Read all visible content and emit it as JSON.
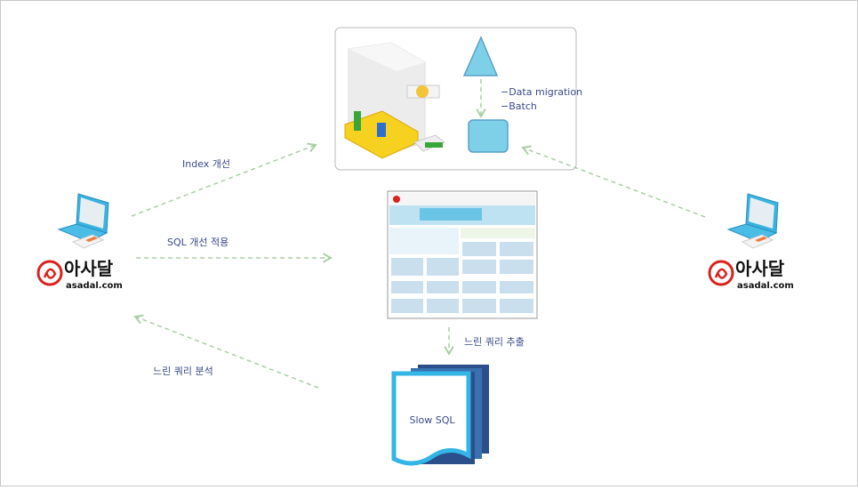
{
  "labels": {
    "index_improve": "Index 개선",
    "sql_apply": "SQL 개선 적용",
    "slow_query_extract": "느린 쿼리 추출",
    "slow_query_analyze": "느린 쿼리 분석",
    "data_migration": "−Data migration",
    "batch": "−Batch",
    "slow_sql": "Slow SQL"
  },
  "logos": {
    "left": {
      "name": "아사달",
      "domain": "asadal.com"
    },
    "right": {
      "name": "아사달",
      "domain": "asadal.com"
    }
  },
  "colors": {
    "shape_fill": "#7dd0e8",
    "shape_stroke": "#5aa0c8",
    "arrow": "#a9cfa4",
    "label": "#3a4a8a",
    "logo_red": "#d9231d",
    "document": "#33b5e5"
  }
}
